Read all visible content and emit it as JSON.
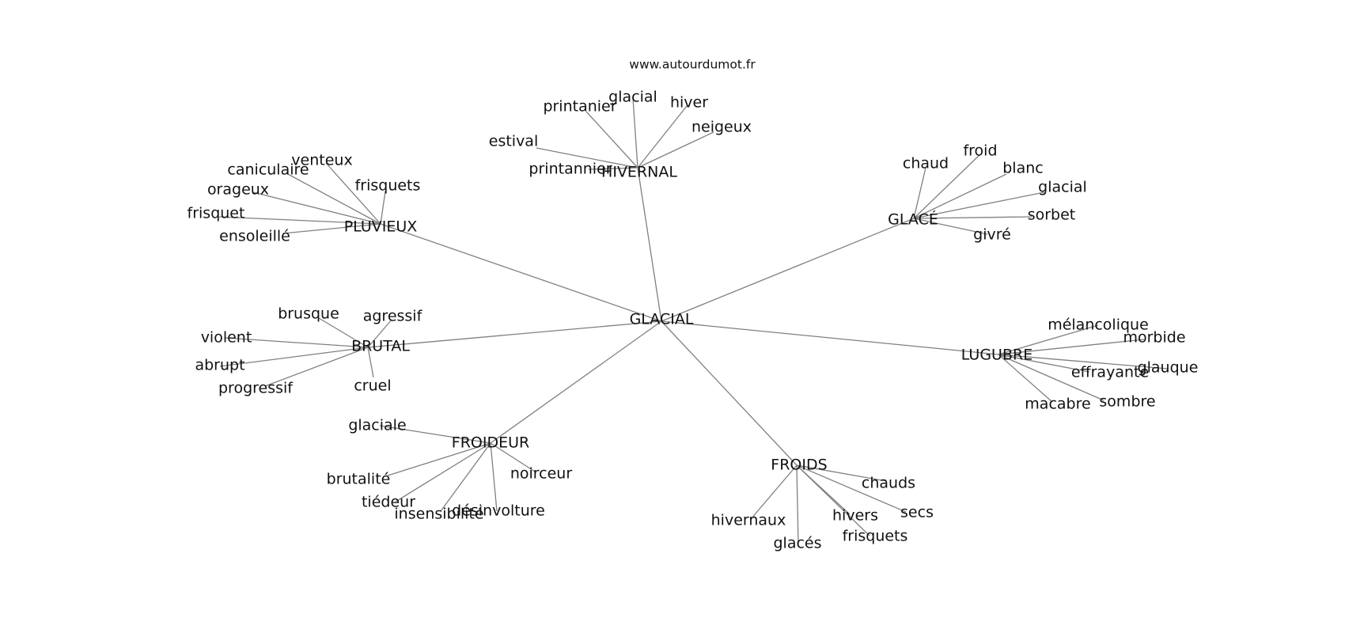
{
  "credit": "www.autourdumot.fr",
  "root": "GLACIAL",
  "groups": [
    {
      "hub": "HIVERNAL",
      "leaves": [
        "printanier",
        "glacial",
        "hiver",
        "neigeux",
        "estival",
        "printannier"
      ]
    },
    {
      "hub": "PLUVIEUX",
      "leaves": [
        "caniculaire",
        "venteux",
        "frisquets",
        "orageux",
        "frisquet",
        "ensoleillé"
      ]
    },
    {
      "hub": "GLACÉ",
      "leaves": [
        "chaud",
        "froid",
        "blanc",
        "glacial",
        "sorbet",
        "givré"
      ]
    },
    {
      "hub": "BRUTAL",
      "leaves": [
        "brusque",
        "agressif",
        "violent",
        "abrupt",
        "progressif",
        "cruel"
      ]
    },
    {
      "hub": "LUGUBRE",
      "leaves": [
        "mélancolique",
        "morbide",
        "glauque",
        "effrayante",
        "macabre",
        "sombre"
      ]
    },
    {
      "hub": "FROIDEUR",
      "leaves": [
        "glaciale",
        "brutalité",
        "noirceur",
        "tiédeur",
        "insensibilité",
        "désinvolture"
      ]
    },
    {
      "hub": "FROIDS",
      "leaves": [
        "chauds",
        "secs",
        "hivernaux",
        "hivers",
        "frisquets",
        "glacés"
      ]
    }
  ]
}
